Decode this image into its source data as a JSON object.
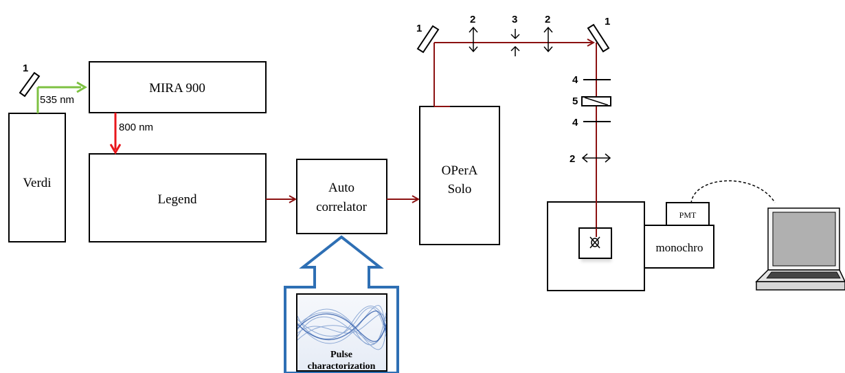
{
  "boxes": {
    "mira": "MIRA 900",
    "verdi": "Verdi",
    "legend": "Legend",
    "auto_line1": "Auto",
    "auto_line2": "correlator",
    "opera_line1": "OPerA",
    "opera_line2": "Solo",
    "pmt": "PMT",
    "monochro": "monochro"
  },
  "wavelengths": {
    "green": "535 nm",
    "red": "800 nm"
  },
  "pulse_card": {
    "line1": "Pulse",
    "line2": "charactorization"
  },
  "component_labels": {
    "mirror": "1",
    "lens": "2",
    "iris": "3",
    "plate": "4",
    "polarizer": "5"
  },
  "colors": {
    "green_beam": "#7dc142",
    "red_beam": "#e8161b",
    "dark_red_beam": "#8b1010",
    "blue_arrow": "#2e6fb4"
  }
}
